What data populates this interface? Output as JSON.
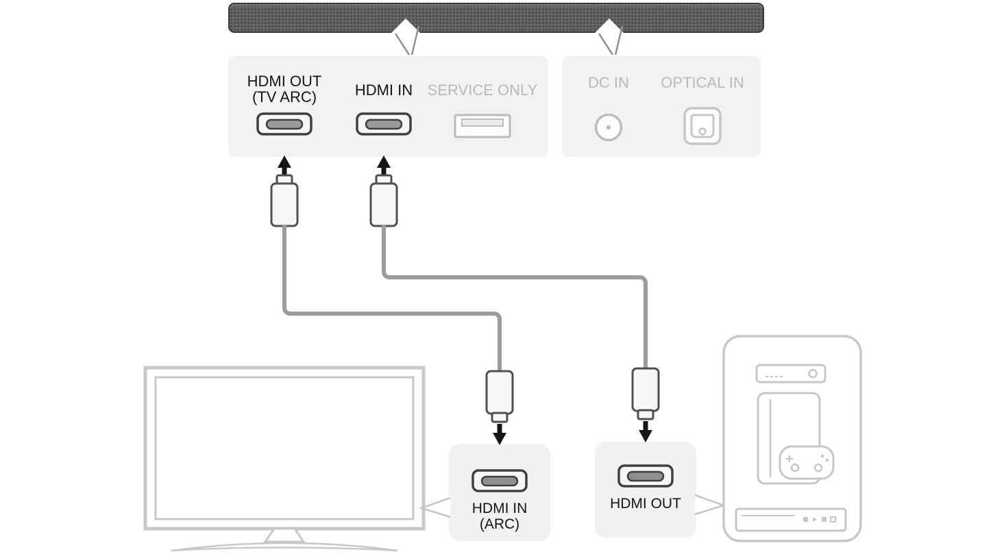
{
  "labels": {
    "hdmi_out_line1": "HDMI OUT",
    "hdmi_out_line2": "(TV ARC)",
    "hdmi_in": "HDMI IN",
    "service_only": "SERVICE ONLY",
    "dc_in": "DC IN",
    "optical_in": "OPTICAL IN",
    "tv_port_line1": "HDMI IN",
    "tv_port_line2": "(ARC)",
    "device_port": "HDMI OUT"
  },
  "icons": {
    "soundbar": "soundbar",
    "hdmi_port": "hdmi-port-icon",
    "usb_port": "usb-service-port-icon",
    "dc_jack": "dc-in-jack-icon",
    "optical_port": "optical-in-port-icon",
    "hdmi_plug": "hdmi-plug-icon",
    "up_arrow": "arrow-up-icon",
    "down_arrow": "arrow-down-icon",
    "tv": "tv-outline-icon",
    "settop_box": "settop-box-icon",
    "game_console": "game-console-icon",
    "gamepad": "gamepad-icon",
    "disc_player": "disc-player-icon"
  },
  "colors": {
    "soundbar_fill": "#666666",
    "soundbar_border": "#393939",
    "panel_bg": "#f2f2f2",
    "box_bg": "#f1f1f1",
    "text_dark": "#141414",
    "text_faded": "#b9b9b9",
    "icon_faded": "#c6c6c6",
    "cable": "#9c9c9c",
    "plug_stroke": "#4f4f4f",
    "arrow": "#151515",
    "outline_faded": "#c8c8c8"
  }
}
